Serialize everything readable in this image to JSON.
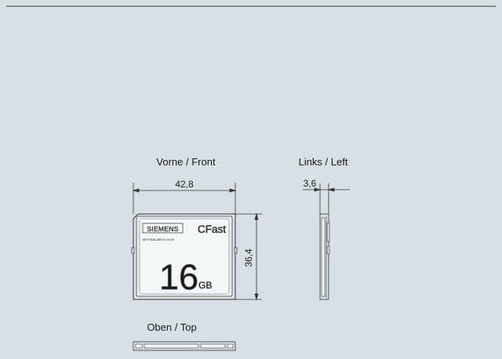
{
  "views": {
    "front": {
      "title": "Vorne / Front"
    },
    "left": {
      "title": "Links / Left"
    },
    "top": {
      "title": "Oben / Top"
    }
  },
  "dimensions": {
    "width": "42,8",
    "height": "36,4",
    "thickness": "3,6"
  },
  "card": {
    "brand": "SIEMENS",
    "product_logo": "CFast",
    "part_number": "6ES7648-2BF10-0XJ0",
    "capacity_number": "16",
    "capacity_unit": "GB"
  },
  "colors": {
    "background": "#d6e0e5",
    "line": "#333333",
    "card_face": "#d9e1e5",
    "card_light": "#f4f7f8"
  }
}
